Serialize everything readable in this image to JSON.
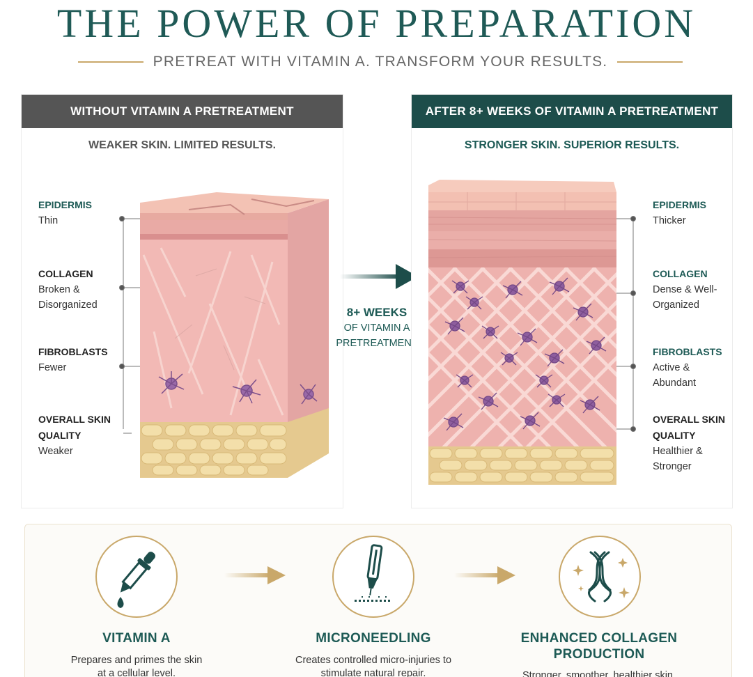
{
  "header": {
    "title": "THE POWER OF PREPARATION",
    "subtitle": "PRETREAT WITH VITAMIN A. TRANSFORM YOUR RESULTS."
  },
  "colors": {
    "teal": "#1d4d4a",
    "gray_header": "#555555",
    "gold": "#c9a86a",
    "skin": "#f2b9b5",
    "fat": "#efd9a2",
    "fibroblast": "#9a6aa8"
  },
  "left_panel": {
    "header": "WITHOUT VITAMIN A PRETREATMENT",
    "tagline": "WEAKER SKIN. LIMITED RESULTS.",
    "labels": [
      {
        "title": "EPIDERMIS",
        "desc": "Thin"
      },
      {
        "title": "COLLAGEN",
        "desc": "Broken & Disorganized"
      },
      {
        "title": "FIBROBLASTS",
        "desc": "Fewer"
      },
      {
        "title": "OVERALL SKIN QUALITY",
        "desc": "Weaker"
      }
    ]
  },
  "right_panel": {
    "header": "AFTER 8+ WEEKS OF VITAMIN A PRETREATMENT",
    "tagline": "STRONGER SKIN. SUPERIOR RESULTS.",
    "labels": [
      {
        "title": "EPIDERMIS",
        "desc": "Thicker"
      },
      {
        "title": "COLLAGEN",
        "desc": "Dense & Well-Organized"
      },
      {
        "title": "FIBROBLASTS",
        "desc": "Active & Abundant"
      },
      {
        "title": "OVERALL SKIN QUALITY",
        "desc": "Healthier & Stronger"
      }
    ]
  },
  "middle": {
    "line1": "8+ WEEKS",
    "line2": "OF VITAMIN A",
    "line3": "PRETREATMENT"
  },
  "steps": [
    {
      "icon": "dropper-icon",
      "title": "VITAMIN A",
      "desc": "Prepares and primes the skin at a cellular level."
    },
    {
      "icon": "microneedle-pen-icon",
      "title": "MICRONEEDLING",
      "desc": "Creates controlled micro-injuries to stimulate natural repair."
    },
    {
      "icon": "collagen-strand-icon",
      "title": "ENHANCED COLLAGEN PRODUCTION",
      "desc": "Stronger, smoother, healthier skin."
    }
  ]
}
